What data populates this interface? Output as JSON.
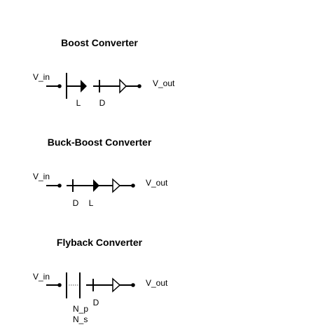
{
  "boost": {
    "title": "Boost Converter",
    "vin": "V_in",
    "vout": "V_out",
    "l": "L",
    "d": "D"
  },
  "buck_boost": {
    "title": "Buck-Boost Converter",
    "vin": "V_in",
    "vout": "V_out",
    "d": "D",
    "l": "L"
  },
  "flyback": {
    "title": "Flyback Converter",
    "vin": "V_in",
    "vout": "V_out",
    "d": "D",
    "np": "N_p",
    "ns": "N_s"
  }
}
